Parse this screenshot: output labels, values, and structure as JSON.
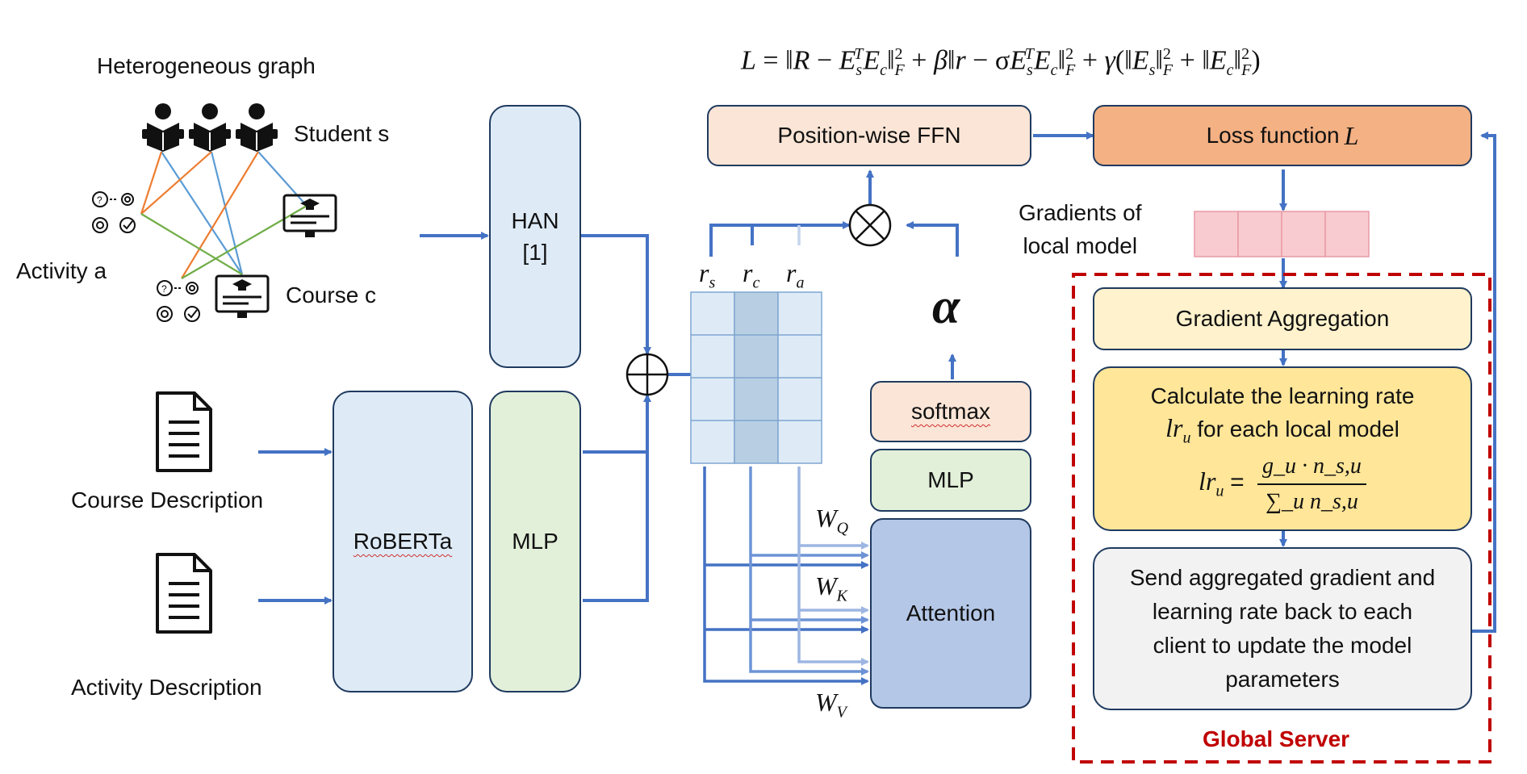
{
  "loss_formula": "L = ‖R − E_s^T E_c‖_F^2 + β‖r − σE_s^T E_c‖_F^2 + γ(‖E_s‖_F^2 + ‖E_c‖_F^2)",
  "graph": {
    "title": "Heterogeneous graph",
    "student_label": "Student s",
    "activity_label": "Activity a",
    "course_label": "Course c"
  },
  "docs": {
    "course_label": "Course Description",
    "activity_label": "Activity Description"
  },
  "blocks": {
    "han_line1": "HAN",
    "han_line2": "[1]",
    "roberta": "RoBERTa",
    "mlp_left": "MLP",
    "ffn": "Position-wise FFN",
    "loss": "Loss function ",
    "loss_symbol": "L",
    "softmax": "softmax",
    "mlp_right": "MLP",
    "attention": "Attention",
    "alpha": "α"
  },
  "matrix": {
    "col_labels": [
      "r",
      "r",
      "r"
    ],
    "col_subs": [
      "s",
      "c",
      "a"
    ]
  },
  "weights": [
    {
      "sym": "W",
      "sub": "Q"
    },
    {
      "sym": "W",
      "sub": "K"
    },
    {
      "sym": "W",
      "sub": "V"
    }
  ],
  "gradients_label_line1": "Gradients of",
  "gradients_label_line2": "local model",
  "server": {
    "title": "Global Server",
    "aggregation": "Gradient Aggregation",
    "lr_line1": "Calculate the learning rate",
    "lr_var": "lr",
    "lr_var_sub": "u",
    "lr_line2_rest": " for each local model",
    "formula_lhs": "lr",
    "formula_lhs_sub": "u",
    "formula_num": "g_u · n_s,u",
    "formula_den": "∑_u n_s,u",
    "send_text": "Send aggregated gradient and learning rate back to each client to update the model parameters"
  },
  "colors": {
    "arrow": "#4472c4",
    "orange_edge": "#ed7d31",
    "blue_edge": "#5b9bd5",
    "green_edge": "#70ad47",
    "server_border": "#c00000",
    "loss_fill": "#f4b183",
    "ffn_fill": "#fbe5d6",
    "han_fill": "#deebf7",
    "mlp_green_fill": "#e2f0d9",
    "attention_fill": "#b4c7e7",
    "aggregation_fill": "#fff2cc",
    "lr_fill": "#ffe699",
    "send_fill": "#f2f2f2",
    "gradient_fill": "#f8cbd0"
  }
}
